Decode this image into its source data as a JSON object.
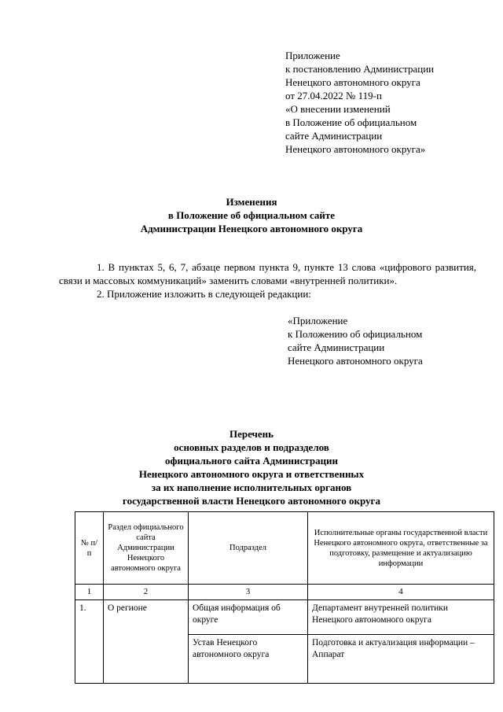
{
  "document": {
    "annex1": {
      "lines": [
        "Приложение",
        "к постановлению Администрации",
        "Ненецкого автономного округа",
        "от 27.04.2022 № 119-п",
        "«О внесении изменений",
        "в Положение об официальном",
        "сайте Администрации",
        "Ненецкого автономного округа»"
      ]
    },
    "title1": {
      "lines": [
        "Изменения",
        "в Положение об официальном сайте",
        "Администрации Ненецкого автономного округа"
      ]
    },
    "paragraphs": {
      "p1": "1. В пунктах 5, 6, 7, абзаце первом пункта 9, пункте 13 слова «цифрового развития, связи и массовых коммуникаций» заменить словами «внутренней политики».",
      "p2": "2. Приложение изложить в следующей редакции:"
    },
    "annex2": {
      "lines": [
        "«Приложение",
        "к Положению об официальном",
        "сайте Администрации",
        "Ненецкого автономного округа"
      ]
    },
    "title2": {
      "lines": [
        "Перечень",
        "основных разделов и подразделов",
        "официального сайта Администрации",
        "Ненецкого автономного округа и ответственных",
        "за их наполнение исполнительных органов",
        "государственной власти Ненецкого автономного округа"
      ]
    },
    "table": {
      "headers": [
        "№ п/п",
        "Раздел официального сайта Администрации Ненецкого автономного округа",
        "Подраздел",
        "Исполнительные органы государственной власти Ненецкого автономного округа, ответственные за подготовку, размещение и актуализацию информации"
      ],
      "number_row": [
        "1",
        "2",
        "3",
        "4"
      ],
      "rows": [
        {
          "num": "1.",
          "section": "О регионе",
          "subsection": "Общая информация об округе",
          "responsible": "Департамент внутренней политики Ненецкого автономного округа"
        },
        {
          "subsection": "Устав Ненецкого автономного округа",
          "responsible": "Подготовка и актуализация информации – Аппарат"
        }
      ]
    }
  }
}
